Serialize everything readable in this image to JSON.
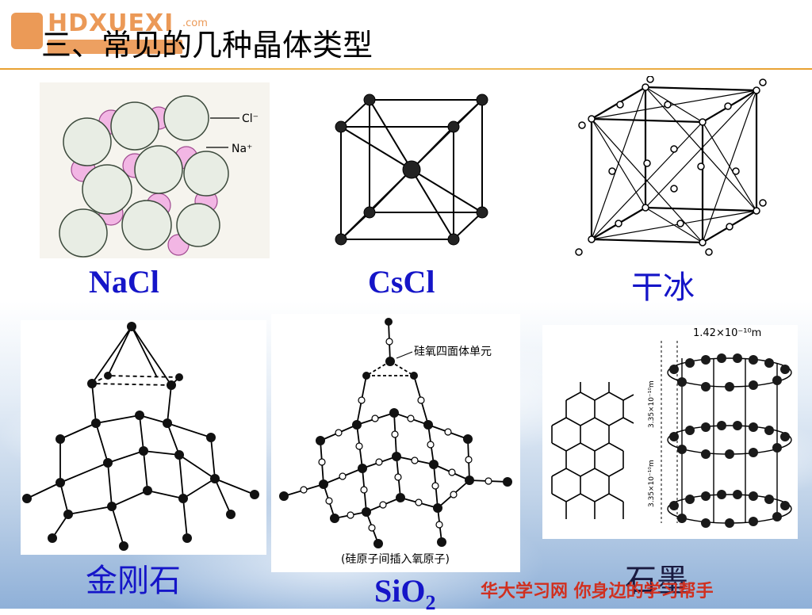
{
  "logo": {
    "text": "HDXUEXI",
    "suffix": ".com"
  },
  "title": "三、常见的几种晶体类型",
  "crystals": [
    {
      "label": "NaCl",
      "annotations": [
        "Cl⁻",
        "Na⁺"
      ]
    },
    {
      "label": "CsCl"
    },
    {
      "label": "干冰"
    },
    {
      "label": "金刚石"
    },
    {
      "label_main": "SiO",
      "label_sub": "2",
      "annotation": "硅氧四面体单元",
      "caption": "(硅原子间插入氧原子)"
    },
    {
      "label": "石墨",
      "annotation": "1.42×10⁻¹⁰m",
      "side_marks": [
        "3.35×10⁻¹⁰m",
        "3.35×10⁻¹⁰m"
      ]
    }
  ],
  "footer": "华大学习网  你身边的学习帮手",
  "colors": {
    "label": "#1515c8",
    "footer": "#d03020",
    "rule": "#e8a030",
    "logo": "#e8883a"
  }
}
